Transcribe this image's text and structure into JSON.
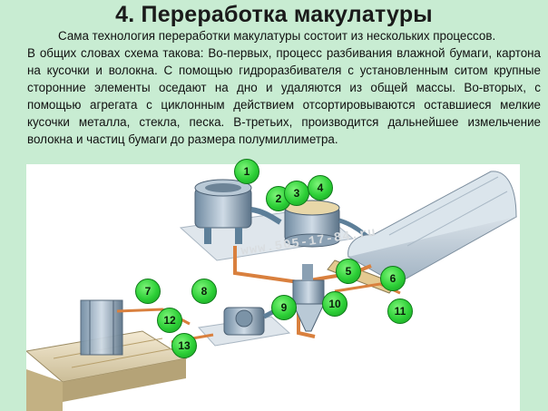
{
  "slide": {
    "title": "4. Переработка макулатуры",
    "paragraph_1": "Сама технология переработки макулатуры состоит из нескольких процессов.",
    "paragraph_2": "В общих словах схема такова: Во-первых, процесс разбивания влажной бумаги, картона на кусочки и волокна. С помощью гидроразбивателя с установленным ситом крупные сторонние элементы оседают на дно и удаляются из общей массы. Во-вторых, с помощью агрегата с циклонным действием отсортировываются оставшиеся мелкие кусочки металла, стекла, песка. В-третьих, производится дальнейшее измельчение волокна и частиц бумаги до размера полумиллиметра."
  },
  "diagram": {
    "watermark": "www.505-17-84.ru",
    "callouts": [
      "1",
      "2",
      "3",
      "4",
      "5",
      "6",
      "7",
      "8",
      "9",
      "10",
      "11",
      "12",
      "13"
    ]
  },
  "colors": {
    "background": "#c8ecd2",
    "callout_green": "#2ccf36",
    "pipe_orange": "#d9803e",
    "pipe_blue": "#5d7f99"
  }
}
